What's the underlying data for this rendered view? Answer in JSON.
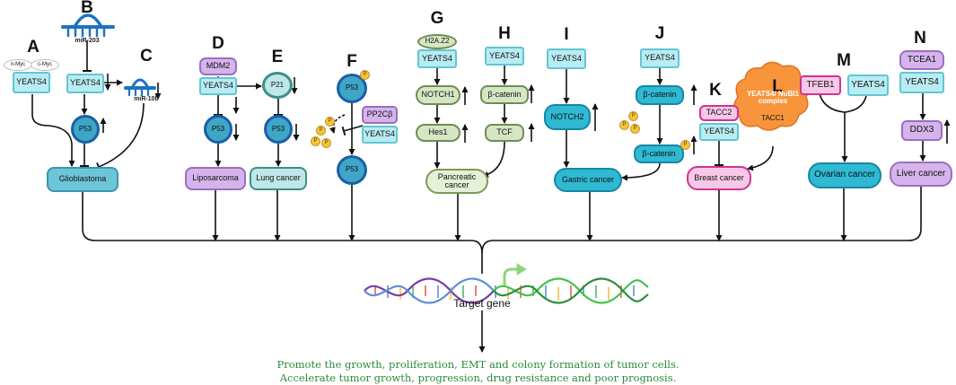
{
  "panels": {
    "A": {
      "letter": "A",
      "n_myc": "n-Myc",
      "c_myc": "c-Myc",
      "yeats4": "YEATS4",
      "cancer": "Glioblastoma"
    },
    "B": {
      "letter": "B",
      "mirna": "miR-203",
      "yeats4": "YEATS4",
      "p53": "P53"
    },
    "C": {
      "letter": "C",
      "mirna": "miR-10b"
    },
    "D": {
      "letter": "D",
      "mdm2": "MDM2",
      "yeats4": "YEATS4",
      "p53": "P53",
      "cancer": "Liposarcoma"
    },
    "E": {
      "letter": "E",
      "p21": "P21",
      "p53": "P53",
      "cancer": "Lung cancer"
    },
    "F": {
      "letter": "F",
      "p53_top": "P53",
      "pp2c": "PP2Cβ",
      "yeats4": "YEATS4",
      "p53_bottom": "P53",
      "p": "P"
    },
    "G": {
      "letter": "G",
      "h2az2": "H2A.Z2",
      "yeats4": "YEATS4",
      "notch1": "NOTCH1",
      "hes1": "Hes1",
      "cancer": "Pancreatic cancer"
    },
    "H": {
      "letter": "H",
      "yeats4": "YEATS4",
      "beta_catenin": "β-catenin",
      "tcf": "TCF"
    },
    "I": {
      "letter": "I",
      "yeats4": "YEATS4",
      "notch2": "NOTCH2",
      "cancer": "Gastric cancer"
    },
    "J": {
      "letter": "J",
      "yeats4": "YEATS4",
      "beta_catenin_top": "β-catenin",
      "beta_catenin_bottom": "β-catenin"
    },
    "K": {
      "letter": "K",
      "tacc2": "TACC2",
      "yeats4": "YEATS4",
      "cancer": "Breast cancer"
    },
    "L": {
      "letter": "L",
      "complex": "YEATS4/ NuBI1 complex",
      "tacc1": "TACC1"
    },
    "M": {
      "letter": "M",
      "tfeb1": "TFEB1",
      "yeats4": "YEATS4",
      "cancer": "Ovarian cancer"
    },
    "N": {
      "letter": "N",
      "tcea1": "TCEA1",
      "yeats4": "YEATS4",
      "ddx3": "DDX3",
      "cancer": "Liver cancer"
    }
  },
  "target_gene": "Target gene",
  "outcomes": [
    "Promote the growth, proliferation, EMT and colony formation of tumor cells.",
    "Accelerate tumor growth, progression, drug resistance and poor prognosis."
  ],
  "colors": {
    "yeats4_fill": "#b8ecf2",
    "p53_fill": "#3fa6c7",
    "purple_fill": "#d5b4ec",
    "green_fill": "#d6e6c4",
    "cyan_fill": "#2fb9d3",
    "pink_fill": "#f7c8e8",
    "phospho": "#f3c63a",
    "outcome_text": "#2c8a3a"
  }
}
